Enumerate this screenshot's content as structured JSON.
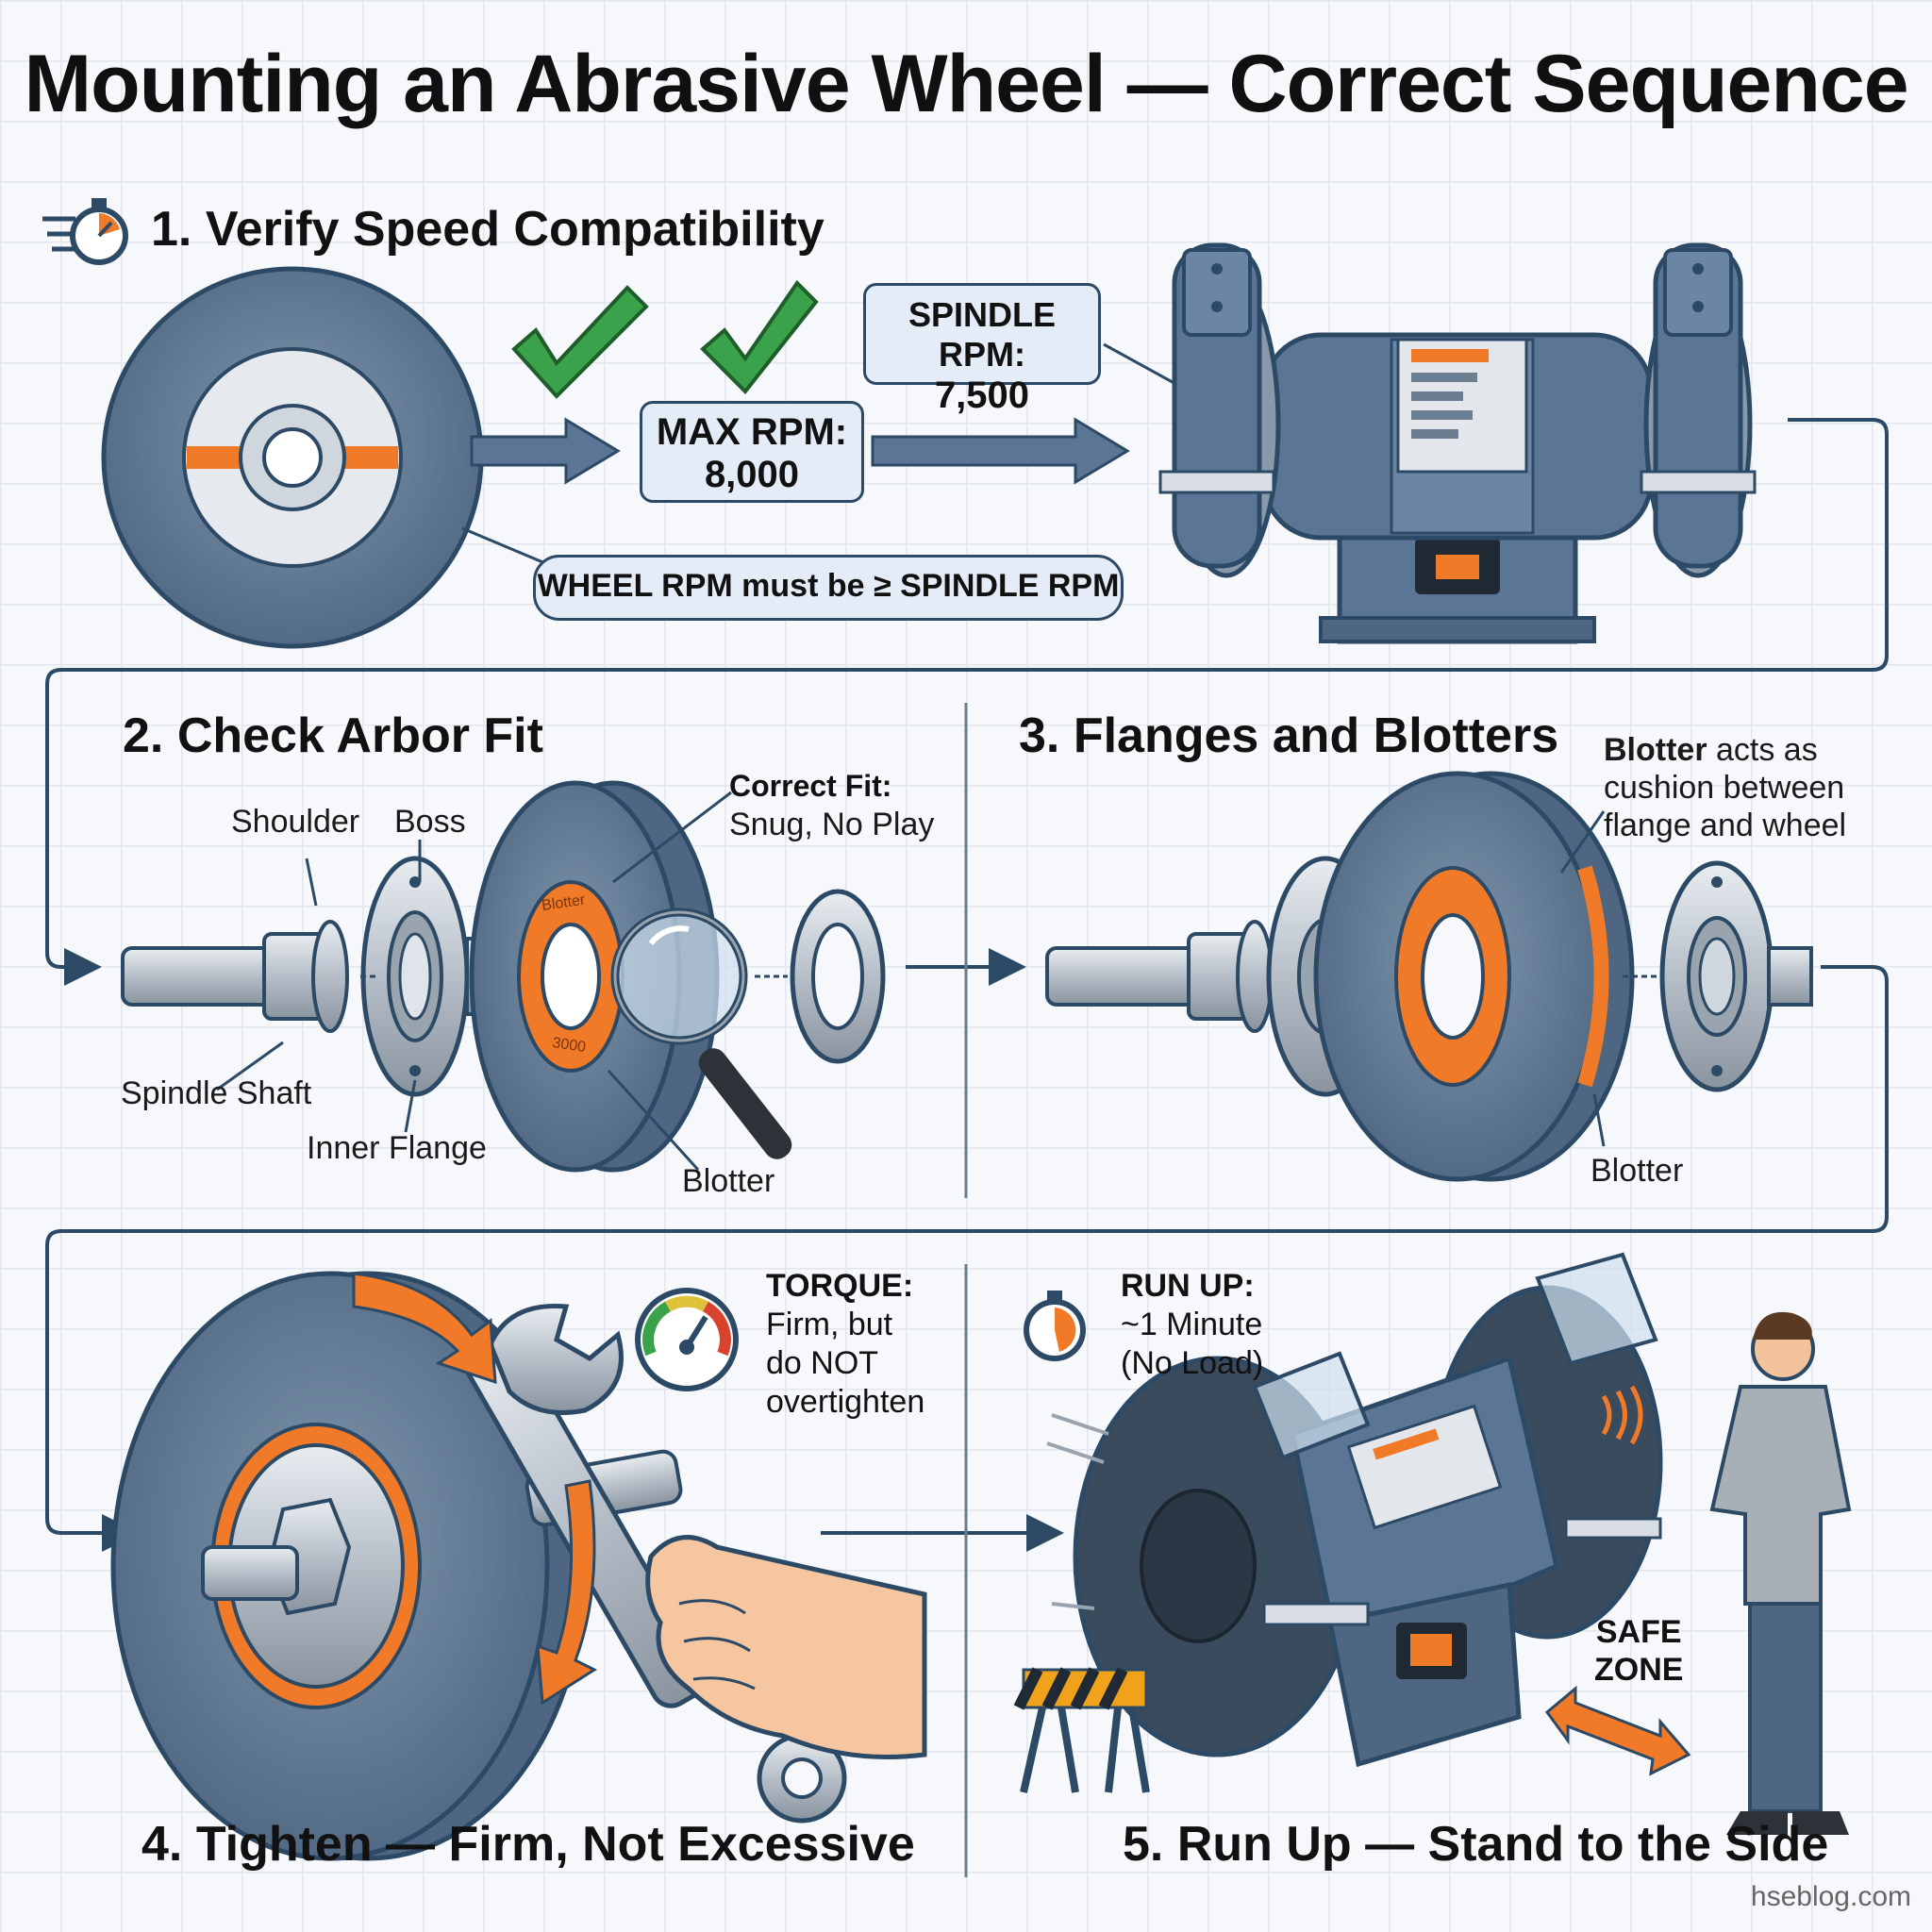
{
  "title": "Mounting an Abrasive Wheel — Correct Sequence",
  "steps": {
    "s1": "1. Verify Speed Compatibility",
    "s2": "2. Check Arbor Fit",
    "s3": "3. Flanges and Blotters",
    "s4": "4. Tighten — Firm, Not Excessive",
    "s5": "5. Run Up — Stand to the Side"
  },
  "step1": {
    "max_rpm_label": "MAX RPM:",
    "max_rpm_value": "8,000",
    "spindle_rpm_label": "SPINDLE RPM:",
    "spindle_rpm_value": "7,500",
    "rule": "WHEEL RPM must be ≥ SPINDLE RPM"
  },
  "step2": {
    "shoulder": "Shoulder",
    "boss": "Boss",
    "spindle_shaft": "Spindle Shaft",
    "inner_flange": "Inner Flange",
    "blotter": "Blotter",
    "correct_fit_title": "Correct Fit:",
    "correct_fit_text": "Snug, No Play",
    "blotter_print_top": "Blotter",
    "blotter_print_bottom": "3000"
  },
  "step3": {
    "note_bold": "Blotter",
    "note_line1": " acts as",
    "note_line2": "cushion between",
    "note_line3": "flange and wheel",
    "blotter": "Blotter"
  },
  "step4": {
    "torque_title": "TORQUE:",
    "torque_line1": "Firm, but",
    "torque_line2": "do NOT",
    "torque_line3": "overtighten"
  },
  "step5": {
    "run_up_title": "RUN UP:",
    "run_up_line1": "~1 Minute",
    "run_up_line2": "(No Load)",
    "safe_zone_1": "SAFE",
    "safe_zone_2": "ZONE"
  },
  "footer": "hseblog.com",
  "colors": {
    "steel_blue": "#5b7695",
    "dark_navy": "#2c4a66",
    "orange": "#f07a28",
    "green": "#3aa24a",
    "box_fill": "#e4edf7"
  }
}
